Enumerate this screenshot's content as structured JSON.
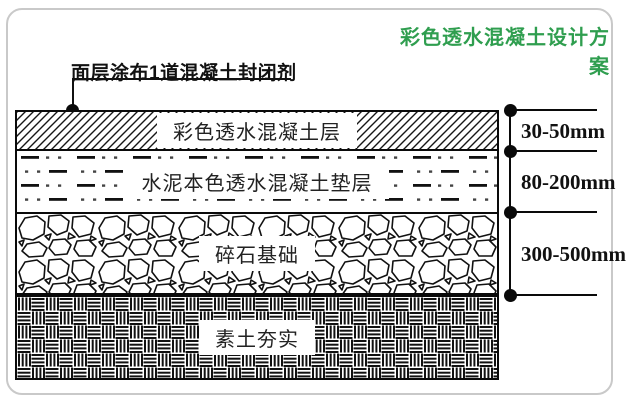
{
  "title": {
    "text": "彩色透水混凝土设计方案",
    "color": "#2f9e4f"
  },
  "annotation": {
    "label": "面层涂布1道混凝土封闭剂"
  },
  "layers": [
    {
      "name": "彩色透水混凝土层",
      "pattern": "diagonal-hatch",
      "dimension": "30-50mm"
    },
    {
      "name": "水泥本色透水混凝土垫层",
      "pattern": "dash-dot",
      "dimension": "80-200mm"
    },
    {
      "name": "碎石基础",
      "pattern": "crushed-stone",
      "dimension": "300-500mm"
    },
    {
      "name": "素土夯实",
      "pattern": "basket-weave",
      "dimension": ""
    }
  ],
  "dim_labels": [
    "30-50mm",
    "80-200mm",
    "300-500mm"
  ],
  "colors": {
    "title_green": "#2f9e4f",
    "line_black": "#0a0a0a",
    "frame_gray": "#c9c9c9",
    "background": "#ffffff"
  }
}
